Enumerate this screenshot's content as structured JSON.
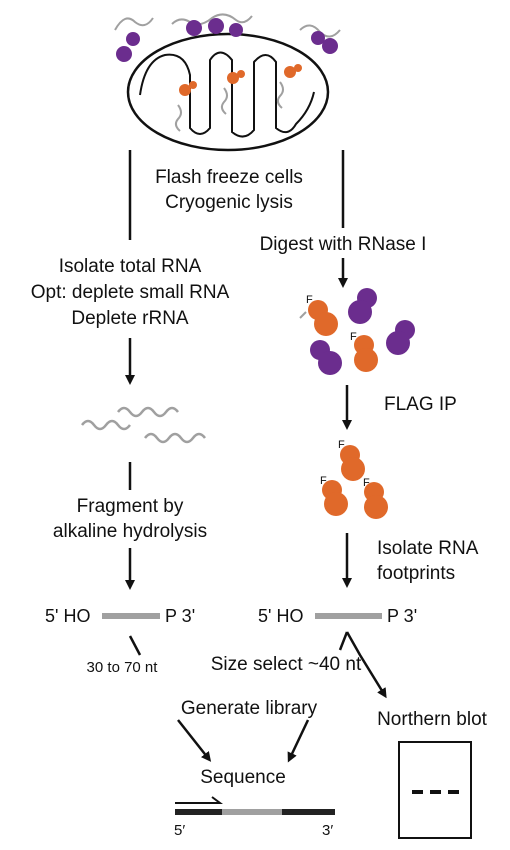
{
  "steps": {
    "flash_freeze": "Flash freeze cells",
    "cryo_lysis": "Cryogenic lysis",
    "isolate_total": "Isolate total RNA",
    "opt_deplete": "Opt: deplete small RNA",
    "deplete_rrna": "Deplete rRNA",
    "digest": "Digest with RNase I",
    "flag_ip": "FLAG IP",
    "fragment_1": "Fragment by",
    "fragment_2": "alkaline hydrolysis",
    "isolate_fp_1": "Isolate RNA",
    "isolate_fp_2": "footprints",
    "left_5": "5' HO",
    "left_3": "P 3'",
    "right_5": "5' HO",
    "right_3": "P 3'",
    "size_left": "30 to 70 nt",
    "size_select": "Size select ~40 nt",
    "generate_library": "Generate library",
    "northern_blot": "Northern blot",
    "sequence": "Sequence",
    "seq_5": "5′",
    "seq_3": "3′"
  },
  "flag_letter": "F",
  "colors": {
    "purple": "#6b2d8e",
    "orange": "#e0692a",
    "rna_gray": "#a0a0a0",
    "line": "#111111"
  }
}
